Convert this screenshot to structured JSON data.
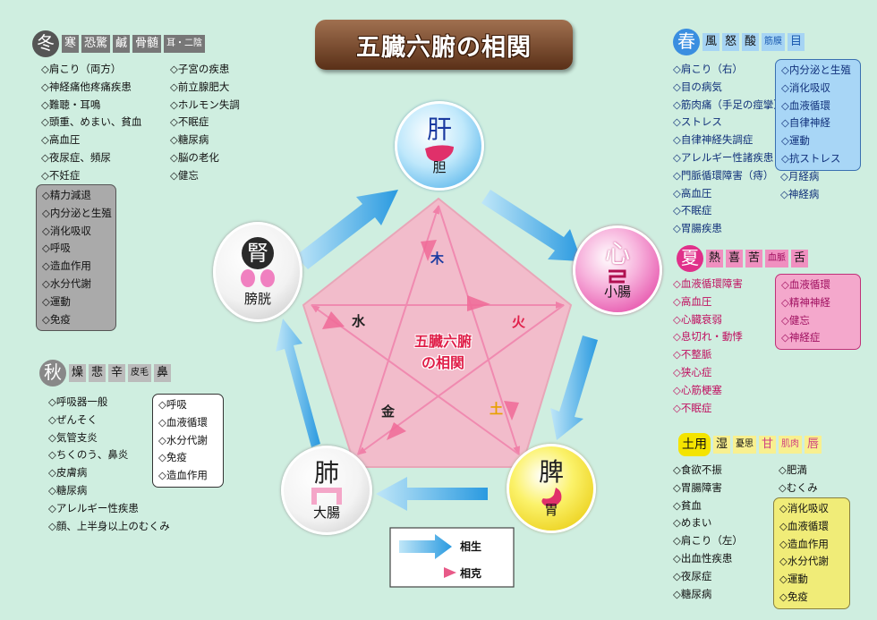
{
  "title": "五臓六腑の相関",
  "center": {
    "line1": "五臓六腑",
    "line2": "の相関"
  },
  "elements": {
    "wood": "木",
    "fire": "火",
    "earth": "土",
    "metal": "金",
    "water": "水"
  },
  "organs": {
    "liver": {
      "zang": "肝",
      "fu": "胆"
    },
    "heart": {
      "zang": "心",
      "fu": "小腸"
    },
    "spleen": {
      "zang": "脾",
      "fu": "胃"
    },
    "lung": {
      "zang": "肺",
      "fu": "大腸"
    },
    "kidney": {
      "zang": "腎",
      "fu": "膀胱"
    }
  },
  "legend": {
    "generating": "相生",
    "controlling": "相克"
  },
  "winter": {
    "tags": [
      "冬",
      "寒",
      "恐驚",
      "鹹",
      "骨髄",
      "耳・二陰"
    ],
    "col1": [
      "◇肩こり（両方）",
      "◇神経痛他疼痛疾患",
      "◇難聴・耳鳴",
      "◇頭重、めまい、貧血",
      "◇高血圧",
      "◇夜尿症、頻尿",
      "◇不妊症"
    ],
    "col2": [
      "◇子宮の疾患",
      "◇前立腺肥大",
      "◇ホルモン失調",
      "◇不眠症",
      "◇糖尿病",
      "◇脳の老化",
      "◇健忘"
    ],
    "box": [
      "◇精力減退",
      "◇内分泌と生殖",
      "◇消化吸収",
      "◇呼吸",
      "◇造血作用",
      "◇水分代謝",
      "◇運動",
      "◇免疫"
    ]
  },
  "spring": {
    "tags": [
      "春",
      "風",
      "怒",
      "酸",
      "筋膜",
      "目"
    ],
    "col1": [
      "◇肩こり（右）",
      "◇目の病気",
      "◇筋肉痛（手足の痙攣）",
      "◇ストレス",
      "◇自律神経失調症",
      "◇アレルギー性諸疾患",
      "◇門脈循環障害（痔）",
      "◇高血圧",
      "◇不眠症",
      "◇胃腸疾患"
    ],
    "box": [
      "◇内分泌と生殖",
      "◇消化吸収",
      "◇血液循環",
      "◇自律神経",
      "◇運動",
      "◇抗ストレス"
    ],
    "col2": [
      "◇月経病",
      "◇神経病"
    ]
  },
  "summer": {
    "tags": [
      "夏",
      "熱",
      "喜",
      "苦",
      "血脈",
      "舌"
    ],
    "col1": [
      "◇血液循環障害",
      "◇高血圧",
      "◇心臓衰弱",
      "◇息切れ・動悸",
      "◇不整脈",
      "◇狭心症",
      "◇心筋梗塞",
      "◇不眠症"
    ],
    "box": [
      "◇血液循環",
      "◇精神神経",
      "◇健忘",
      "◇神経症"
    ]
  },
  "autumn": {
    "tags": [
      "秋",
      "燥",
      "悲",
      "辛",
      "皮毛",
      "鼻"
    ],
    "col1": [
      "◇呼吸器一般",
      "◇ぜんそく",
      "◇気管支炎",
      "◇ちくのう、鼻炎",
      "◇皮膚病",
      "◇糖尿病",
      "◇アレルギー性疾患",
      "◇顔、上半身以上のむくみ"
    ],
    "box": [
      "◇呼吸",
      "◇血液循環",
      "◇水分代謝",
      "◇免疫",
      "◇造血作用"
    ]
  },
  "doyo": {
    "tags": [
      "土用",
      "湿",
      "憂思",
      "甘",
      "肌肉",
      "唇"
    ],
    "col1": [
      "◇食欲不振",
      "◇胃腸障害",
      "◇貧血",
      "◇めまい",
      "◇肩こり（左）",
      "◇出血性疾患",
      "◇夜尿症",
      "◇糖尿病"
    ],
    "col2": [
      "◇肥満",
      "◇むくみ"
    ],
    "box": [
      "◇消化吸収",
      "◇血液循環",
      "◇造血作用",
      "◇水分代謝",
      "◇運動",
      "◇免疫"
    ]
  }
}
